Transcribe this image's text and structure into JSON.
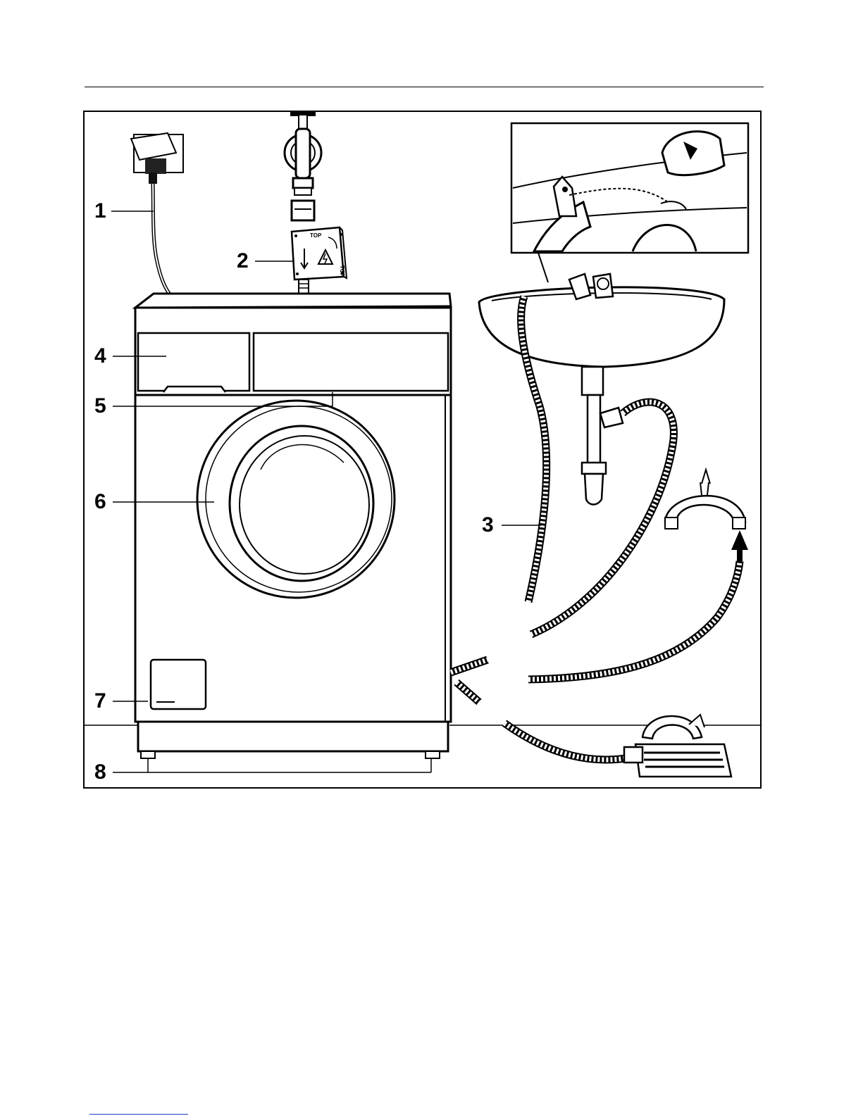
{
  "figure": {
    "callouts": [
      {
        "id": "1"
      },
      {
        "id": "2"
      },
      {
        "id": "3"
      },
      {
        "id": "4"
      },
      {
        "id": "5"
      },
      {
        "id": "6"
      },
      {
        "id": "7"
      },
      {
        "id": "8"
      }
    ],
    "filter_box": {
      "label_top": "TOP",
      "label_side": "TOP",
      "arrow": "down-arrow",
      "symbol": "warning-lightning-icon"
    }
  },
  "colors": {
    "ink": "#000000",
    "paper": "#ffffff",
    "link": "#1a3cc8"
  }
}
